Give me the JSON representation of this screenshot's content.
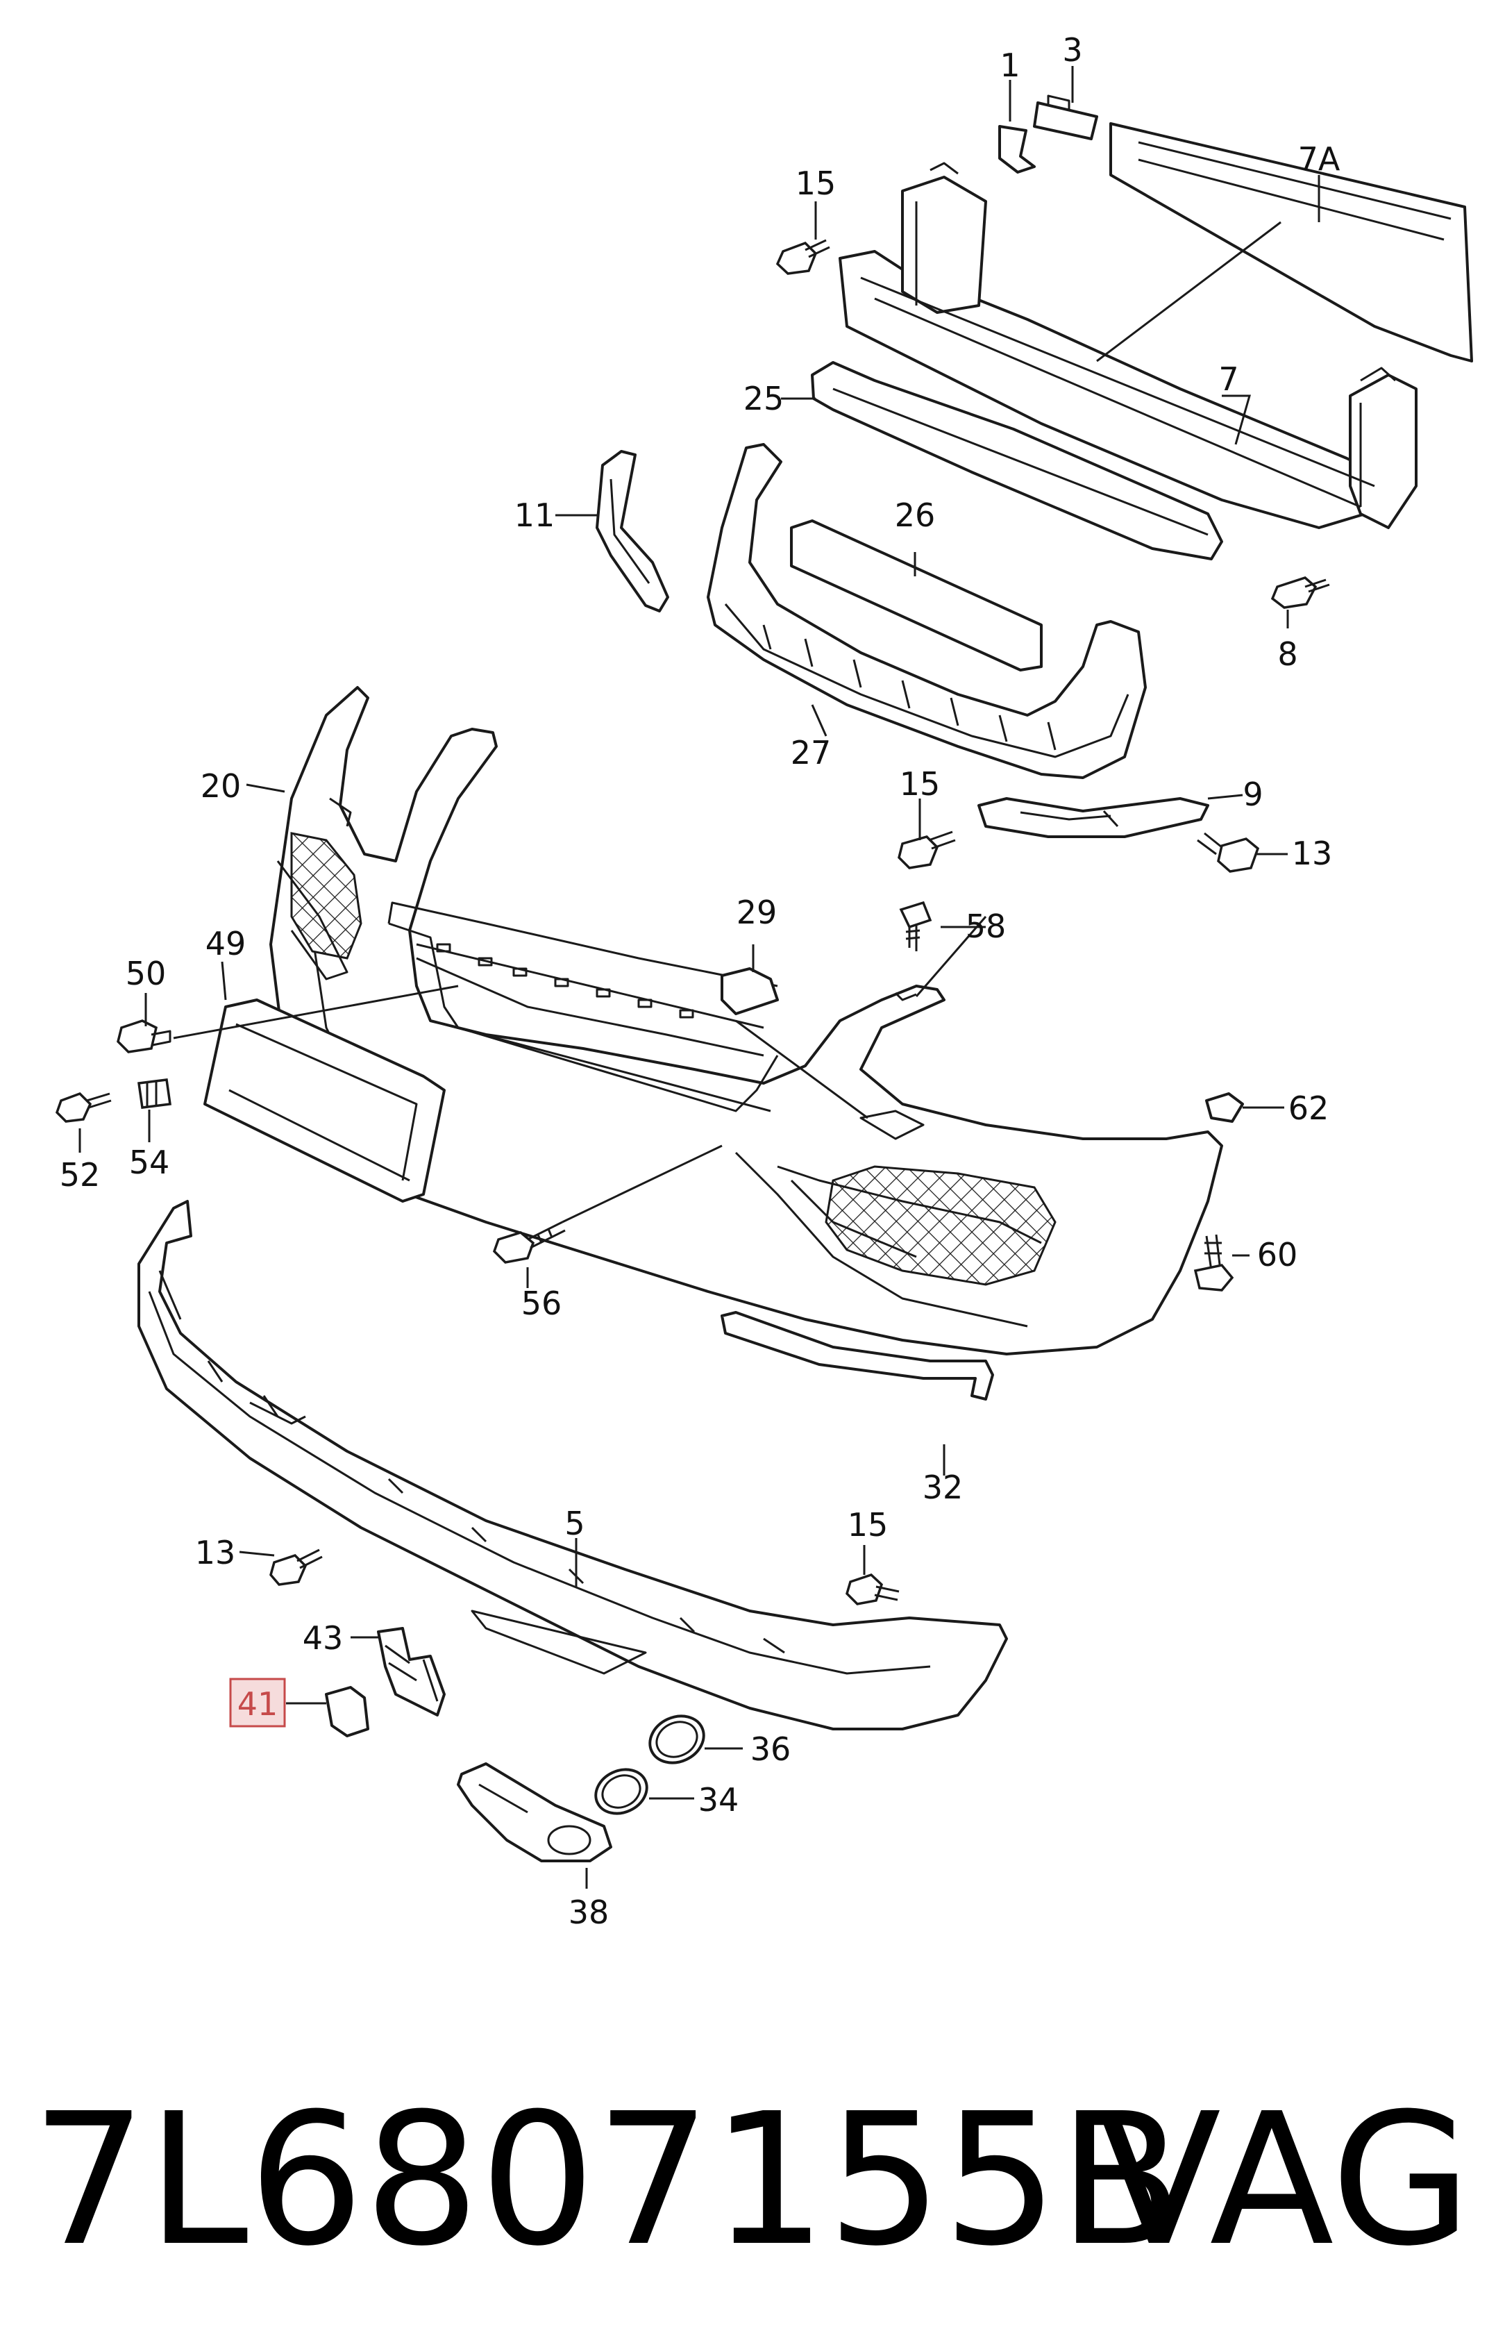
{
  "diagram": {
    "part_labels": {
      "l1": "1",
      "l3": "3",
      "l7a": "7A",
      "l15a": "15",
      "l7": "7",
      "l25": "25",
      "l11": "11",
      "l26": "26",
      "l8": "8",
      "l20": "20",
      "l27": "27",
      "l15b": "15",
      "l9": "9",
      "l13a": "13",
      "l29": "29",
      "l58": "58",
      "l50": "50",
      "l49": "49",
      "l62": "62",
      "l52": "52",
      "l54": "54",
      "l60": "60",
      "l56": "56",
      "l32": "32",
      "l15c": "15",
      "l13b": "13",
      "l5": "5",
      "l43": "43",
      "l41": "41",
      "l36": "36",
      "l34": "34",
      "l38": "38"
    },
    "highlighted_part": "41",
    "highlight_colors": {
      "fill": "#f6dcdc",
      "stroke": "#c64a4a"
    }
  },
  "footer": {
    "part_number": "7L6807155B",
    "brand": "VAG"
  }
}
